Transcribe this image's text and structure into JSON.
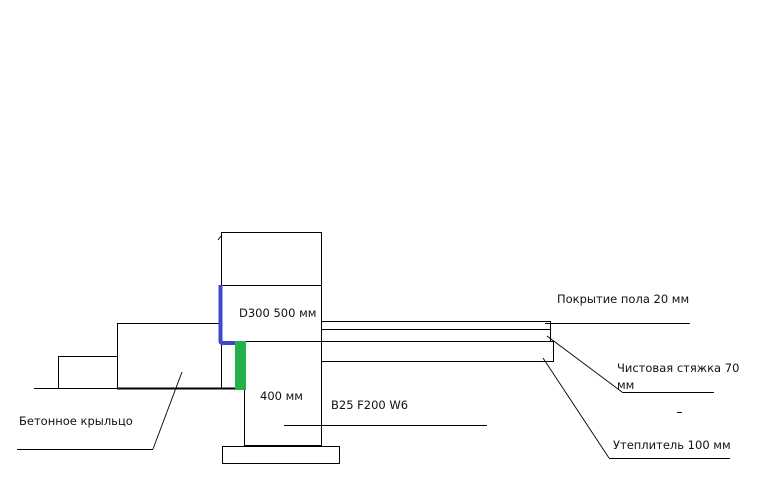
{
  "labels": {
    "wall_block": "D300 500 мм",
    "foundation_width": "400 мм",
    "concrete_grade": "B25 F200 W6",
    "floor_covering": "Покрытие пола 20 мм",
    "screed_line1": "Чистовая стяжка 70",
    "screed_line2": "мм",
    "insulation": "Утеплитель 100 мм",
    "porch": "Бетонное крыльцо"
  },
  "colors": {
    "blue_insulation": "#3f48cc",
    "green_waterproofing": "#22b14c",
    "line": "#000000"
  }
}
